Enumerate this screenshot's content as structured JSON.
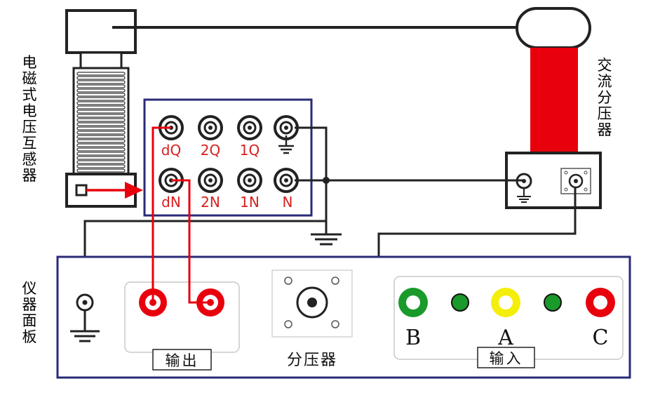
{
  "labels": {
    "pt": "电磁式电压互感器",
    "divider": "交流分压器",
    "panel": "仪器面板",
    "output_box": "输出",
    "divider_port": "分压器",
    "input_box": "输入"
  },
  "terminals": {
    "top": [
      "dQ",
      "2Q",
      "1Q"
    ],
    "bottom": [
      "dN",
      "2N",
      "1N",
      "N"
    ]
  },
  "inputs": [
    "B",
    "A",
    "C"
  ],
  "colors": {
    "frame_blue": "#2a2a78",
    "wire_red": "#e8000d",
    "label_red": "#d81e1e",
    "terminal_green": "#1a9a2a",
    "terminal_yellow": "#f5ee0a",
    "terminal_red": "#e8000d",
    "divider_column": "#e8000d"
  }
}
